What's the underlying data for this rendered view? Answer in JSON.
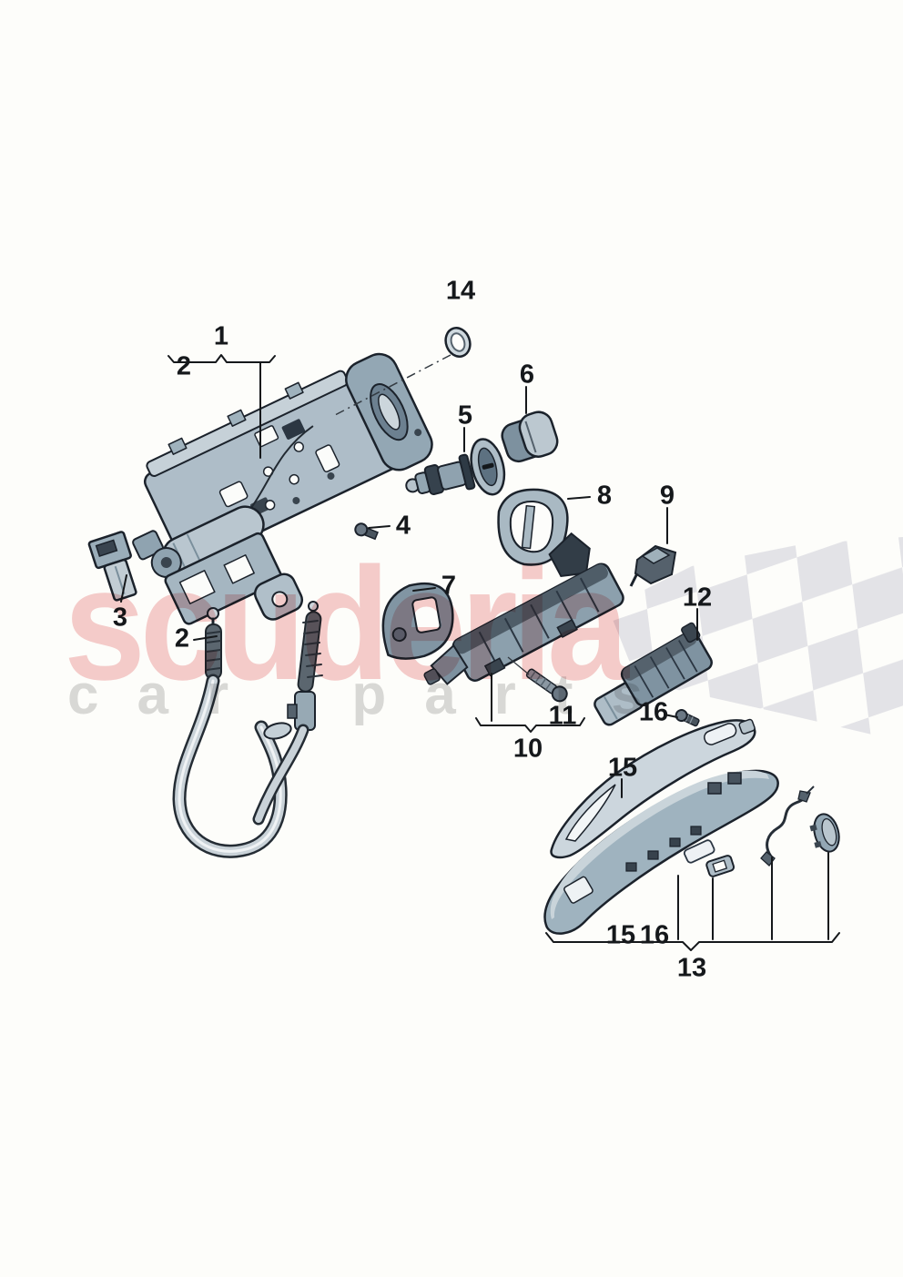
{
  "watermark": {
    "brand": "scuderia",
    "brand_sub": "car parts",
    "brand_color": "#f6cdcd",
    "sub_color": "#dadada"
  },
  "flag_color": "#e3e3e7",
  "line_color": "#15181b",
  "part_palette": {
    "light": "#c6d1d8",
    "mid": "#9fb2bd",
    "dark": "#55626d",
    "outline": "#1b222b"
  },
  "labels": [
    {
      "id": "callout-1",
      "text": "1"
    },
    {
      "id": "callout-2-top",
      "text": "2"
    },
    {
      "id": "callout-14",
      "text": "14"
    },
    {
      "id": "callout-6",
      "text": "6"
    },
    {
      "id": "callout-5",
      "text": "5"
    },
    {
      "id": "callout-8",
      "text": "8"
    },
    {
      "id": "callout-9",
      "text": "9"
    },
    {
      "id": "callout-4",
      "text": "4"
    },
    {
      "id": "callout-7",
      "text": "7"
    },
    {
      "id": "callout-3",
      "text": "3"
    },
    {
      "id": "callout-2-cable",
      "text": "2"
    },
    {
      "id": "callout-12",
      "text": "12"
    },
    {
      "id": "callout-16",
      "text": "16"
    },
    {
      "id": "callout-11",
      "text": "11"
    },
    {
      "id": "callout-10",
      "text": "10"
    },
    {
      "id": "callout-15",
      "text": "15"
    },
    {
      "id": "callout-15-bottom",
      "text": "15"
    },
    {
      "id": "callout-16-bottom",
      "text": "16"
    },
    {
      "id": "callout-13",
      "text": "13"
    }
  ]
}
